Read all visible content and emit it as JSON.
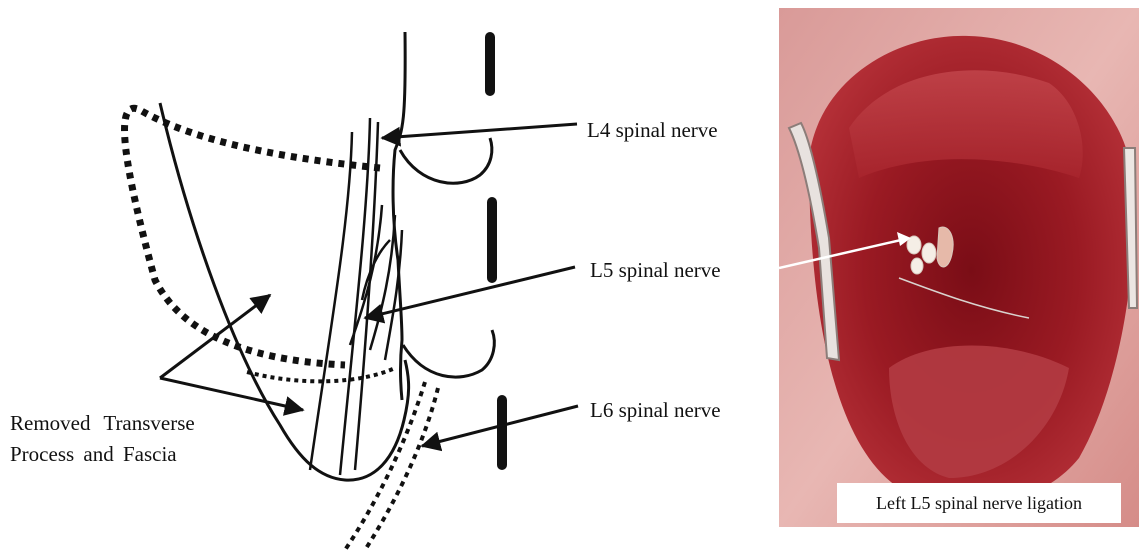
{
  "diagram": {
    "labels": {
      "l4": "L4 spinal nerve",
      "l5": "L5 spinal nerve",
      "l6": "L6 spinal nerve",
      "removed_line1": "Removed Transverse",
      "removed_line2": "Process and Fascia"
    }
  },
  "photo": {
    "caption": "Left L5 spinal nerve ligation"
  }
}
